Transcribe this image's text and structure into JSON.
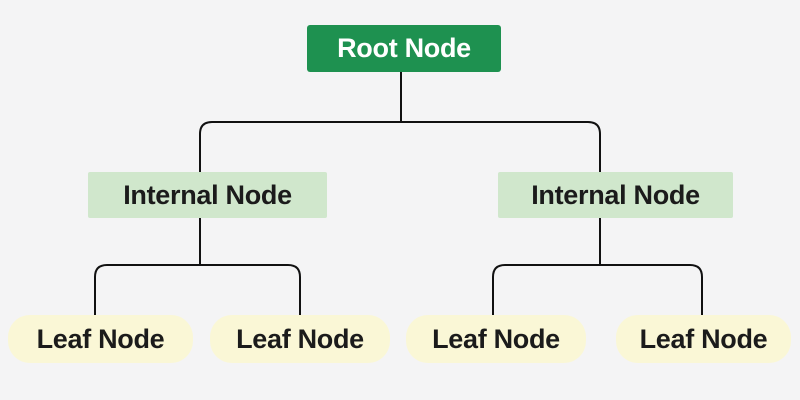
{
  "diagram": {
    "type": "tree-diagram",
    "nodes": {
      "root": {
        "label": "Root Node"
      },
      "internal": [
        {
          "label": "Internal Node"
        },
        {
          "label": "Internal Node"
        }
      ],
      "leaves": [
        {
          "label": "Leaf Node"
        },
        {
          "label": "Leaf Node"
        },
        {
          "label": "Leaf Node"
        },
        {
          "label": "Leaf Node"
        }
      ]
    },
    "colors": {
      "background": "#f4f4f5",
      "root_bg": "#1e9150",
      "root_text": "#ffffff",
      "internal_bg": "#d0e7cc",
      "internal_text": "#1b1b1b",
      "leaf_bg": "#faf7d6",
      "leaf_text": "#1b1b1b",
      "line": "#111111"
    }
  }
}
